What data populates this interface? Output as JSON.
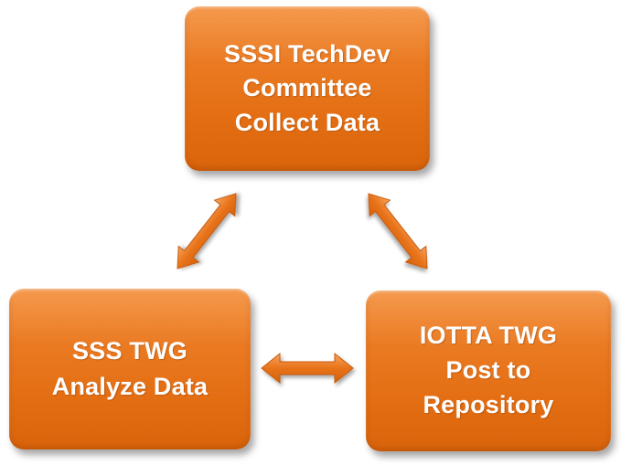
{
  "nodes": {
    "top": {
      "lines": [
        "SSSI TechDev",
        "Committee",
        "Collect Data"
      ]
    },
    "left": {
      "lines": [
        "SSS TWG",
        "Analyze Data"
      ]
    },
    "right": {
      "lines": [
        "IOTTA TWG",
        "Post to",
        "Repository"
      ]
    }
  },
  "edges": [
    {
      "from": "top",
      "to": "left",
      "direction": "bidirectional"
    },
    {
      "from": "top",
      "to": "right",
      "direction": "bidirectional"
    },
    {
      "from": "left",
      "to": "right",
      "direction": "bidirectional"
    }
  ],
  "colors": {
    "box_fill": "#e8731a",
    "box_text": "#ffffff",
    "arrow_fill": "#e8731a"
  }
}
